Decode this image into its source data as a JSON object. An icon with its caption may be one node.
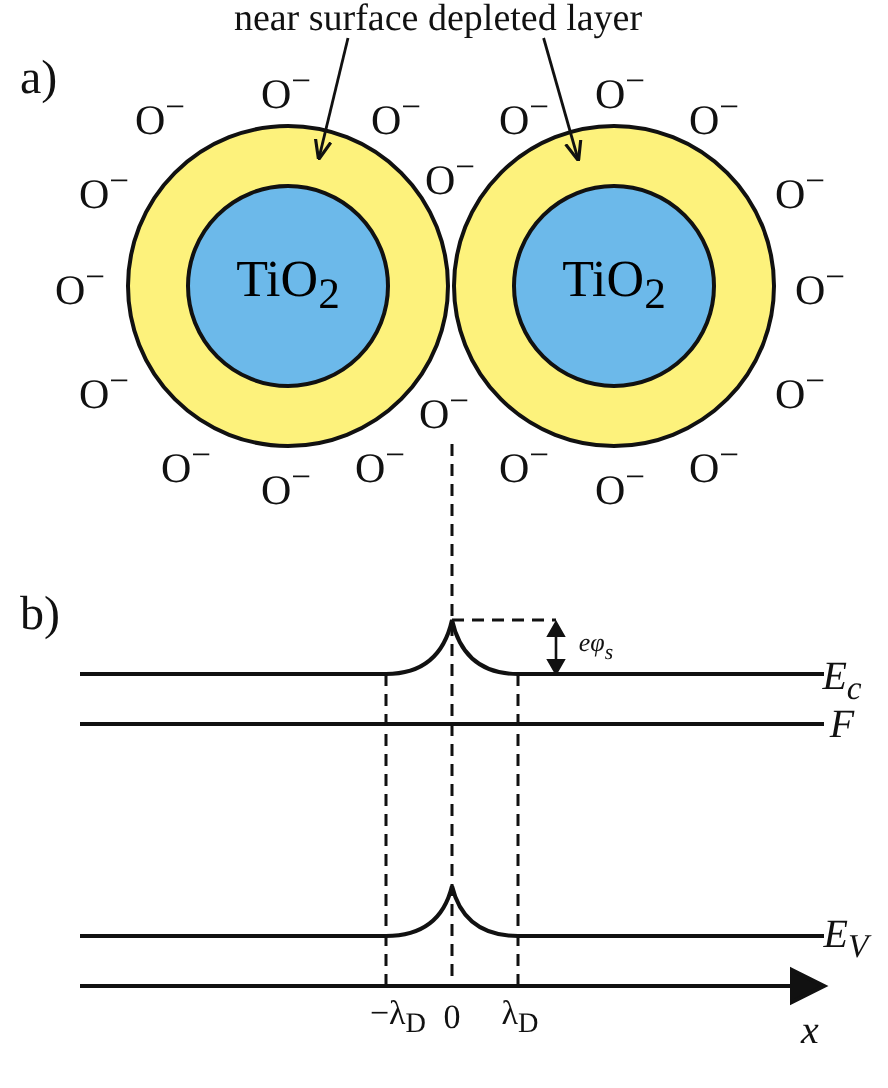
{
  "diagram": {
    "nodes": [
      {
        "text": [
          "near surface depleted layer"
        ]
      },
      {
        "text": [],
        "shape": "circle"
      },
      {
        "text": [
          "TiO$_{2}$"
        ],
        "in": 1
      },
      {
        "text": [],
        "shape": "circle"
      },
      {
        "text": [
          "TiO$_{2}$"
        ],
        "in": 3
      }
    ],
    "edges": [
      {
        "from": 0,
        "to": 1,
        "arrow": "to"
      },
      {
        "from": 0,
        "to": 3,
        "arrow": "to"
      }
    ],
    "labels": [
      "a)",
      "O$^{−}$",
      "O$^{−}$",
      "O$^{−}$",
      "O$^{−}$",
      "O$^{−}$",
      "O$^{−}$",
      "O$^{−}$",
      "O$^{−}$",
      "O$^{−}$",
      "O$^{−}$",
      "O$^{−}$",
      "O$^{−}$",
      "O$^{−}$",
      "O$^{−}$",
      "O$^{−}$",
      "O$^{−}$",
      "O$^{−}$",
      "O$^{−}$",
      "O$^{−}$",
      "O$^{−}$",
      "b)",
      "eφ$_{s}$",
      "E$_{c}$",
      "F",
      "E$_{V}$",
      "−λ$_{D}$",
      "0",
      "λ$_{D}$",
      "x"
    ]
  }
}
